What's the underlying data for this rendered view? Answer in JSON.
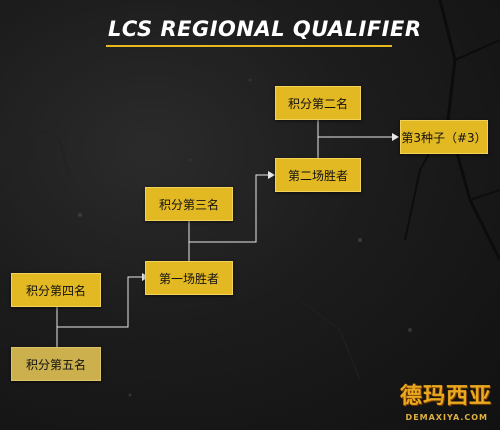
{
  "title": "LCS REGIONAL QUALIFIER",
  "nodes": {
    "seed4": "积分第四名",
    "seed5": "积分第五名",
    "match1_winner": "第一场胜者",
    "seed3": "积分第三名",
    "match2_winner": "第二场胜者",
    "seed2": "积分第二名",
    "result": "第3种子（#3）"
  },
  "colors": {
    "box": "#e3b923",
    "box_dim": "#cbb04d",
    "title_underline": "#e6b81e",
    "connector": "#e8e8e8",
    "background": "#1a1a1a"
  },
  "watermark": {
    "name": "德玛西亚",
    "site": "DEMAXIYA.COM"
  }
}
